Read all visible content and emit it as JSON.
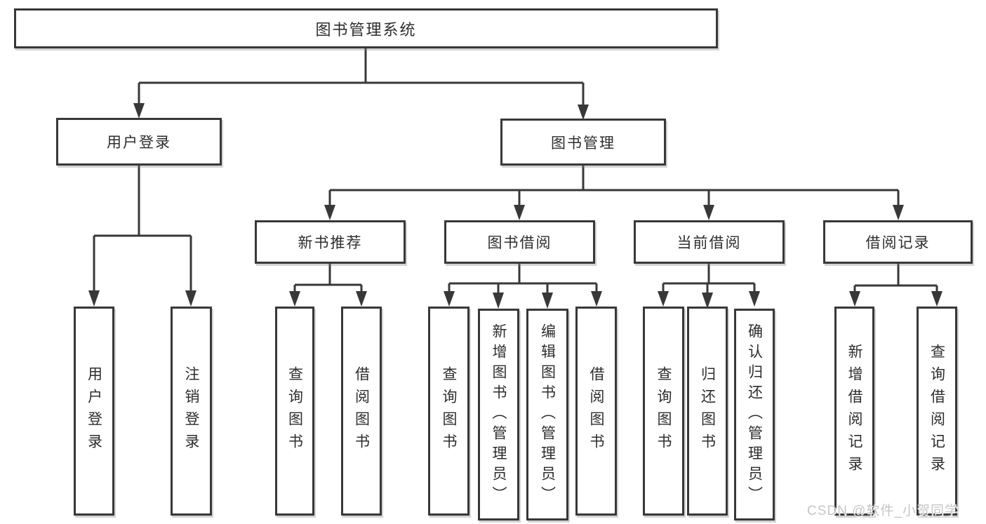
{
  "diagram": {
    "root": {
      "label": "图书管理系统"
    },
    "level2": [
      {
        "label": "用户登录"
      },
      {
        "label": "图书管理"
      }
    ],
    "level3": [
      {
        "label": "新书推荐"
      },
      {
        "label": "图书借阅"
      },
      {
        "label": "当前借阅"
      },
      {
        "label": "借阅记录"
      }
    ],
    "leaves": {
      "user": [
        {
          "label": "用户登录"
        },
        {
          "label": "注销登录"
        }
      ],
      "recommend": [
        {
          "label": "查询图书"
        },
        {
          "label": "借阅图书"
        }
      ],
      "borrow": [
        {
          "label": "查询图书"
        },
        {
          "label": "新增图书（管理员）"
        },
        {
          "label": "编辑图书（管理员）"
        },
        {
          "label": "借阅图书"
        }
      ],
      "current": [
        {
          "label": "查询图书"
        },
        {
          "label": "归还图书"
        },
        {
          "label": "确认归还（管理员）"
        }
      ],
      "records": [
        {
          "label": "新增借阅记录"
        },
        {
          "label": "查询借阅记录"
        }
      ]
    },
    "watermark": "CSDN @软件_小贺同学",
    "colors": {
      "line": "#383838",
      "box_border": "#383838",
      "box_fill": "#ffffff",
      "text": "#2d2d2d",
      "watermark": "#c6c6c6"
    }
  }
}
